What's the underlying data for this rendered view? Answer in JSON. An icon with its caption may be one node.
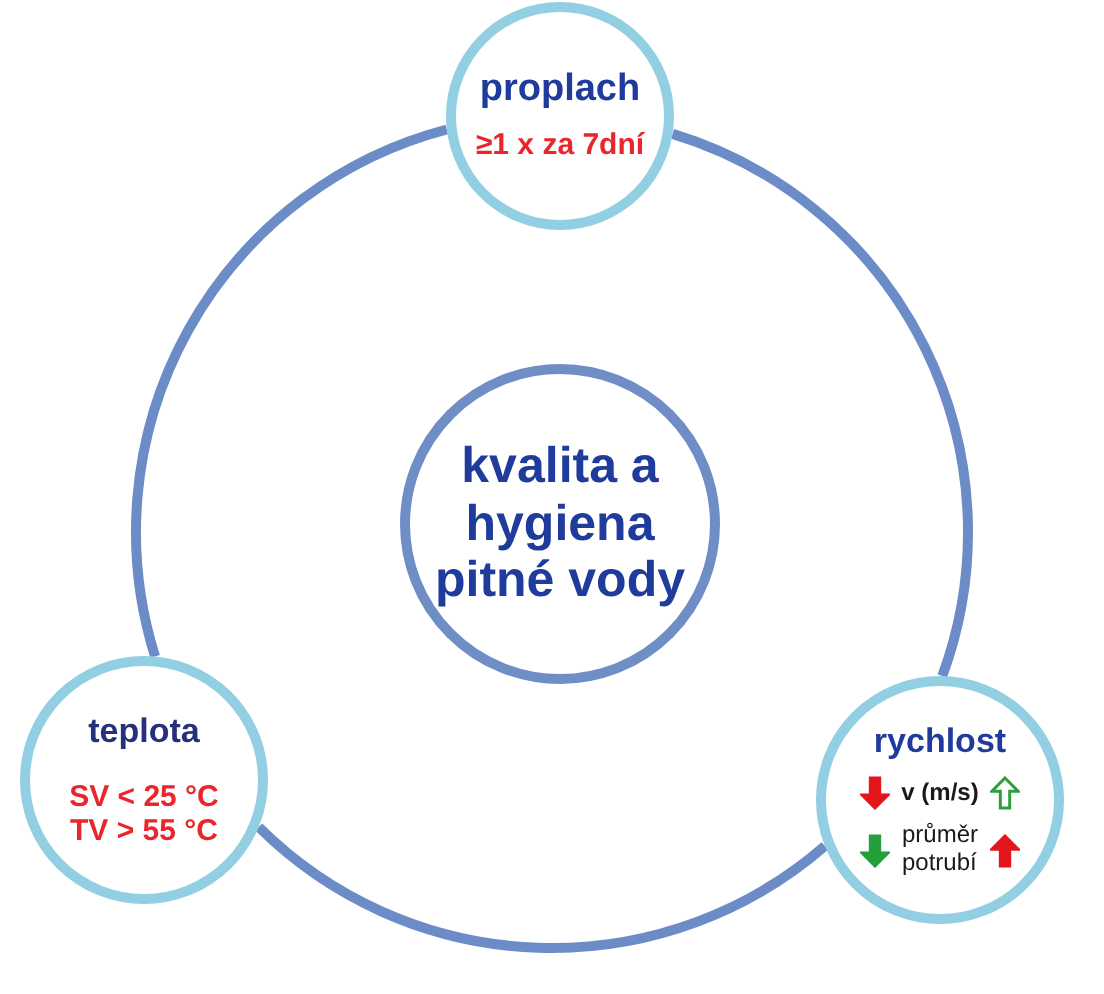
{
  "diagram": {
    "nodes": [
      {
        "text": [
          "proplach",
          "≥1 x za 7dní"
        ]
      },
      {
        "text": [
          "kvalita a hygiena pitné vody"
        ]
      },
      {
        "text": [
          "teplota",
          "SV < 25 °C",
          "TV > 55 °C"
        ]
      },
      {
        "text": [
          "rychlost",
          "v (m/s)",
          "průměr potrubí"
        ]
      }
    ],
    "edges": [
      {
        "from": 0,
        "to": 3,
        "arrow": "none"
      },
      {
        "from": 3,
        "to": 2,
        "arrow": "none"
      },
      {
        "from": 2,
        "to": 0,
        "arrow": "none"
      }
    ]
  }
}
